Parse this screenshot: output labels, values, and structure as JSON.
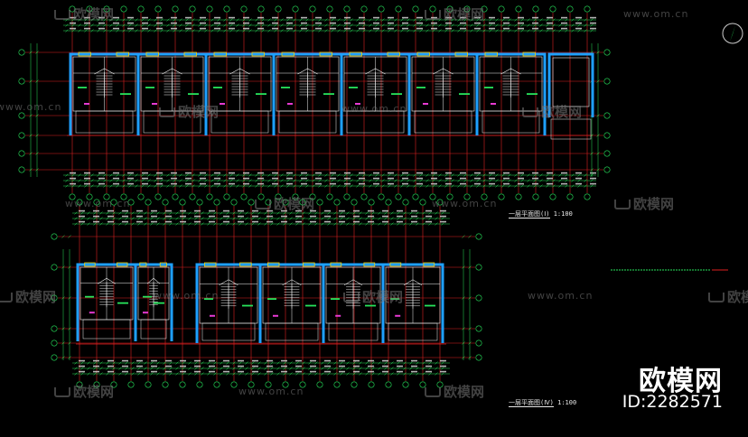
{
  "plans": {
    "upper": {
      "title": "一层平面图(Ⅰ)",
      "scale": "1:100"
    },
    "lower": {
      "title": "一层平面图(Ⅳ)",
      "scale": "1:100"
    }
  },
  "watermark": {
    "site": "www.om.cn",
    "logo": "欧模网"
  },
  "brand": {
    "name": "欧模网",
    "id_label": "ID:2282571"
  },
  "colors": {
    "background": "#000000",
    "wall": "#1ea0ff",
    "axis": "#e02020",
    "dimension": "#27e35b",
    "detail": "#f0f0f0",
    "accent": "#f5d000",
    "magenta": "#e63ad2"
  },
  "icons": {
    "north_arrow": "north-arrow-icon",
    "watermark_logo": "sofa-logo-icon"
  }
}
